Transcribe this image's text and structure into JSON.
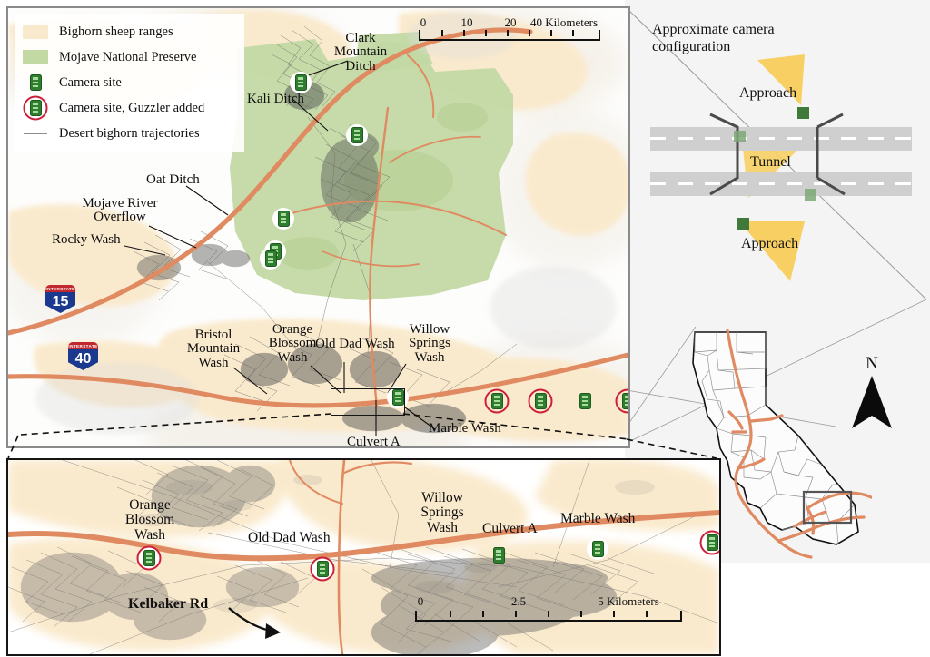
{
  "legend": {
    "items": [
      {
        "type": "swatch",
        "label": "Bighorn sheep ranges",
        "color": "#faeacd"
      },
      {
        "type": "swatch",
        "label": "Mojave National Preserve",
        "color": "#c3d9a4"
      },
      {
        "type": "camera",
        "label": "Camera site"
      },
      {
        "type": "camera-ring",
        "label": "Camera site, Guzzler added"
      },
      {
        "type": "line",
        "label": "Desert bighorn trajectories",
        "color": "#8a8d92"
      }
    ]
  },
  "main_map": {
    "scalebar": {
      "ticks": [
        "0",
        "10",
        "20",
        "40"
      ],
      "units": "Kilometers",
      "unit_label": "40 Kilometers"
    },
    "labels": [
      {
        "name": "clark-mountain-ditch",
        "text": "Clark\nMountain\nDitch"
      },
      {
        "name": "kali-ditch",
        "text": "Kali Ditch"
      },
      {
        "name": "oat-ditch",
        "text": "Oat Ditch"
      },
      {
        "name": "mojave-river-overflow",
        "text": "Mojave River\nOverflow"
      },
      {
        "name": "rocky-wash",
        "text": "Rocky Wash"
      },
      {
        "name": "bristol-mountain-wash",
        "text": "Bristol\nMountain\nWash"
      },
      {
        "name": "orange-blossom-wash",
        "text": "Orange\nBlossom\nWash"
      },
      {
        "name": "old-dad-wash",
        "text": "Old Dad Wash"
      },
      {
        "name": "willow-springs-wash",
        "text": "Willow\nSprings\nWash"
      },
      {
        "name": "culvert-a",
        "text": "Culvert A"
      },
      {
        "name": "marble-wash",
        "text": "Marble Wash"
      }
    ],
    "highways": [
      {
        "name": "interstate-15",
        "banner": "INTERSTATE",
        "number": "15"
      },
      {
        "name": "interstate-40",
        "banner": "INTERSTATE",
        "number": "40"
      }
    ]
  },
  "camera_config": {
    "title": "Approximate camera\nconfiguration",
    "title_line1": "Approximate camera",
    "title_line2": "configuration",
    "approach_top": "Approach",
    "approach_bottom": "Approach",
    "tunnel": "Tunnel",
    "cone_color": "#f7cf63",
    "road_color": "#cfcfcf",
    "camera_color": "#3f7a3a"
  },
  "bottom_inset": {
    "labels": [
      {
        "name": "orange-blossom-wash",
        "text": "Orange\nBlossom\nWash"
      },
      {
        "name": "old-dad-wash",
        "text": "Old Dad Wash"
      },
      {
        "name": "willow-springs-wash",
        "text": "Willow\nSprings\nWash"
      },
      {
        "name": "culvert-a",
        "text": "Culvert A"
      },
      {
        "name": "marble-wash",
        "text": "Marble Wash"
      }
    ],
    "road_label": "Kelbaker Rd",
    "scalebar": {
      "ticks": [
        "0",
        "2.5",
        "5"
      ],
      "units": "Kilometers",
      "unit_label": "5 Kilometers"
    }
  },
  "ca_inset": {
    "north_label": "N"
  },
  "colors": {
    "sheep_range": "#faeacd",
    "preserve": "#c3d9a4",
    "road": "#e08a62",
    "trajectory": "#6f6f6f",
    "guzzler_ring": "#cc1f39",
    "camera_green": "#2f7d2f",
    "frame": "#8a8a8a",
    "backdrop": "#f4f4f4"
  }
}
